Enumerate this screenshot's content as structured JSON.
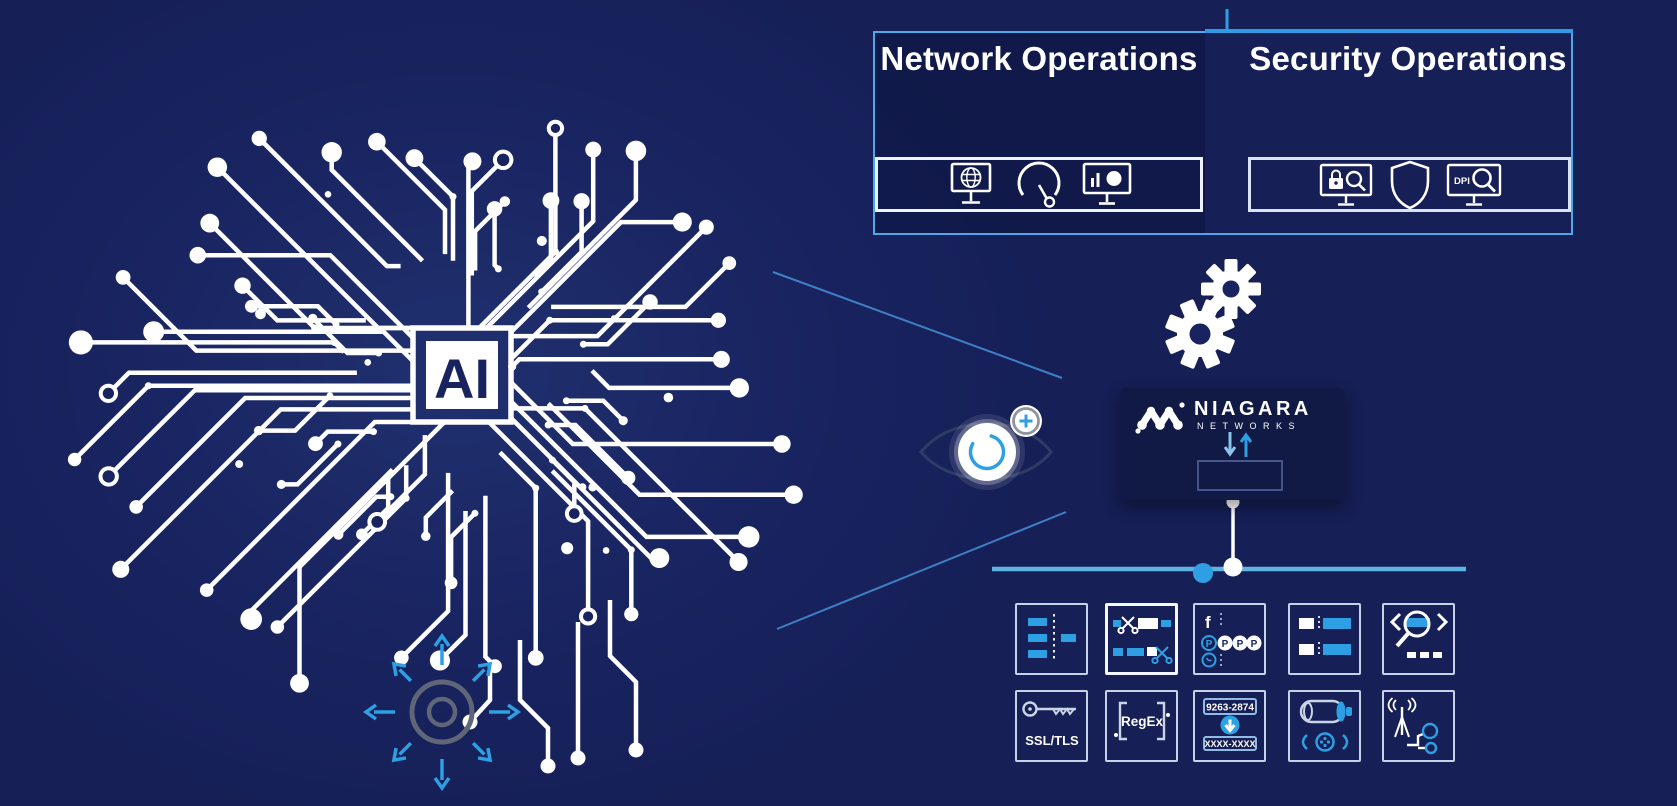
{
  "colors": {
    "background": "#18235F",
    "accent_blue": "#2E9FE2",
    "box_border_blue": "#4FA8E8",
    "icon_border": "#C7D2E6",
    "niagara_panel": "#111A45",
    "white": "#FFFFFF"
  },
  "top_panel": {
    "network": {
      "title": "Network Operations",
      "icons": [
        {
          "name": "globe-monitor-icon"
        },
        {
          "name": "gauge-icon"
        },
        {
          "name": "analytics-monitor-icon"
        }
      ]
    },
    "security": {
      "title": "Security Operations",
      "icons": [
        {
          "name": "lock-search-monitor-icon"
        },
        {
          "name": "shield-icon"
        },
        {
          "name": "dpi-search-monitor-icon",
          "label": "DPI"
        }
      ]
    }
  },
  "brain": {
    "chip_label": "AI"
  },
  "middle": {
    "gears_icon": "gears-icon",
    "eye_icon": "eye-zoom-icon",
    "niagara": {
      "brand": "NIAGARA",
      "subbrand": "NETWORKS"
    }
  },
  "capabilities": {
    "row1": [
      {
        "name": "traffic-aggregation-icon"
      },
      {
        "name": "packet-slicing-icon"
      },
      {
        "name": "app-filtering-icon"
      },
      {
        "name": "header-stripping-icon"
      },
      {
        "name": "packet-inspection-icon"
      }
    ],
    "row2": [
      {
        "name": "ssl-tls-key-icon",
        "label": "SSL/TLS"
      },
      {
        "name": "regex-icon",
        "label": "RegEx"
      },
      {
        "name": "data-masking-icon",
        "label_top": "9263-2874",
        "label_bottom": "XXXX-XXXX"
      },
      {
        "name": "tunnel-icon"
      },
      {
        "name": "wireless-mapping-icon"
      }
    ],
    "app_filter_glyphs": {
      "facebook": "f",
      "pin": "P"
    }
  },
  "bottom_left": {
    "name": "expand-target-icon"
  }
}
